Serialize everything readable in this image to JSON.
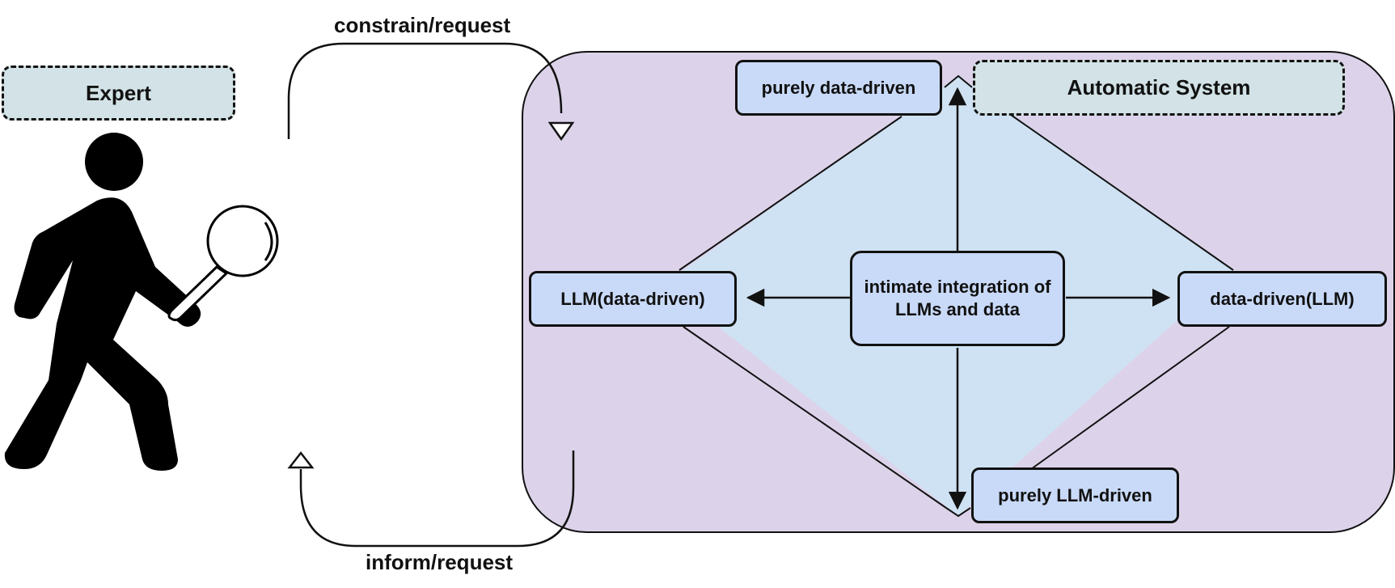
{
  "expert": {
    "label": "Expert"
  },
  "automatic_system": {
    "label": "Automatic System"
  },
  "edges": {
    "top_label": "constrain/request",
    "bottom_label": "inform/request"
  },
  "nodes": {
    "top": "purely data-driven",
    "left": "LLM(data-driven)",
    "right": "data-driven(LLM)",
    "bottom": "purely LLM-driven",
    "center": "intimate integration of LLMs and data"
  },
  "icons": {
    "person": "person-with-magnifier-icon"
  },
  "colors": {
    "system_background": "#dcd3ea",
    "diamond_fill": "#cfe2f3",
    "node_fill": "#c9daf8",
    "dashed_fill": "#d2e2e6",
    "stroke": "#111111"
  }
}
